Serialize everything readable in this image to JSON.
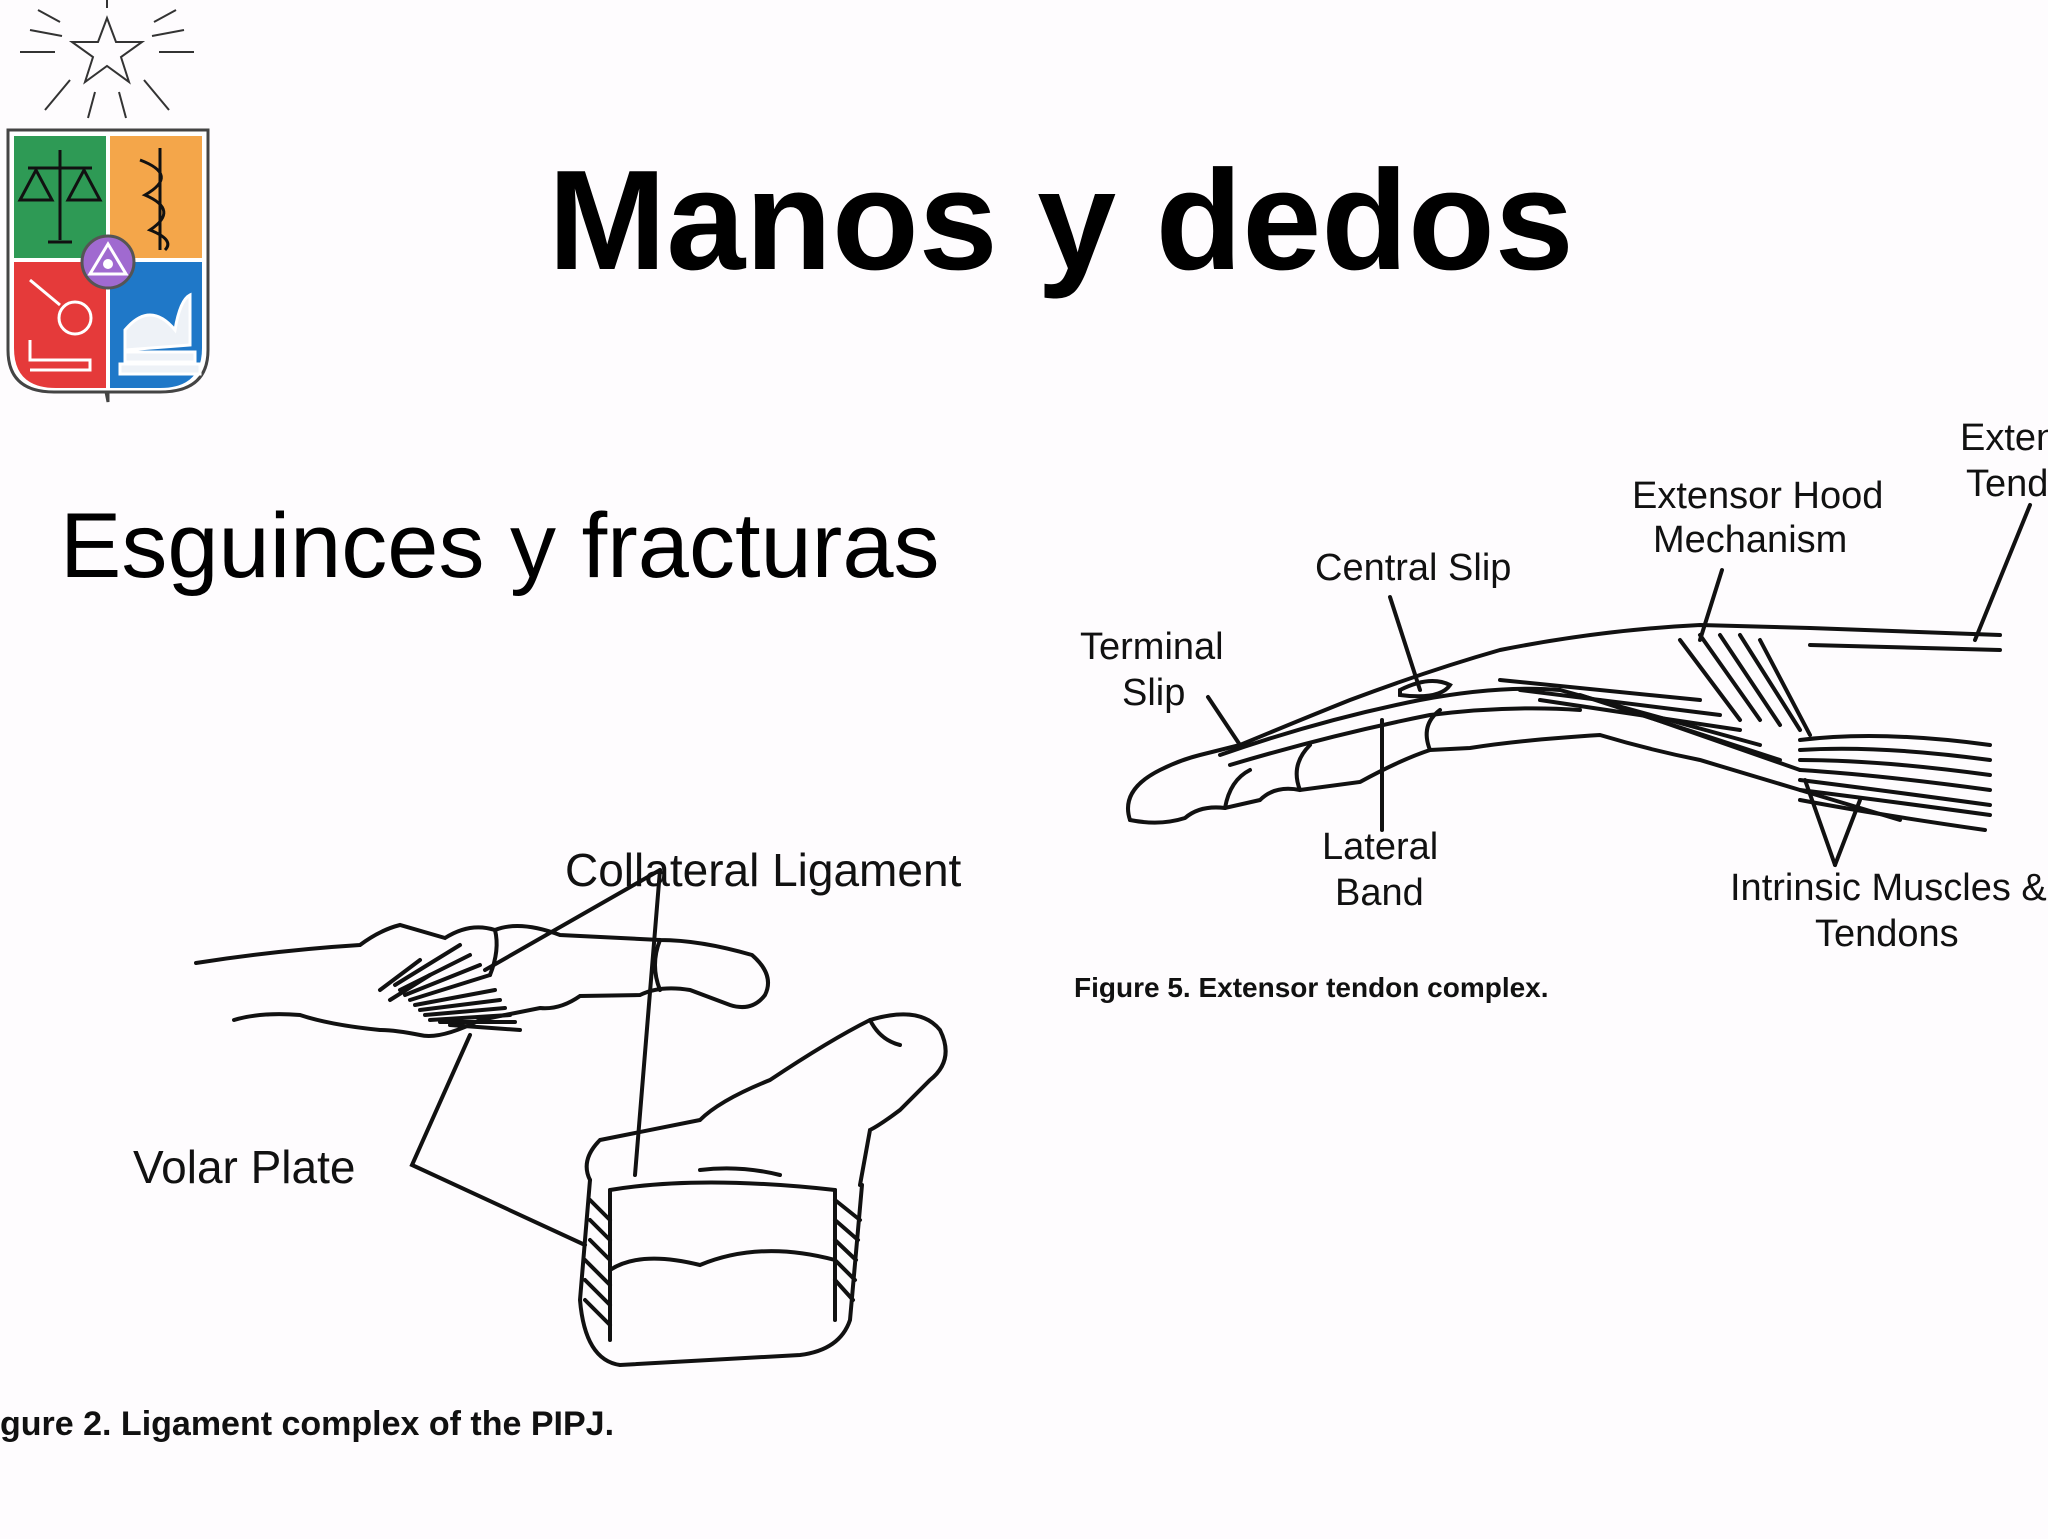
{
  "slide": {
    "title": "Manos y dedos",
    "subtitle": "Esguinces y fracturas"
  },
  "logo": {
    "name": "university-coat-of-arms",
    "colors": {
      "green": "#2e9a55",
      "orange": "#f4a64a",
      "red": "#e53a3a",
      "blue": "#1f78c8",
      "purple": "#a06ad0"
    }
  },
  "figure_ligament": {
    "labels": {
      "collateral_ligament": "Collateral Ligament",
      "volar_plate": "Volar Plate"
    },
    "caption": "gure 2. Ligament complex of the PIPJ."
  },
  "figure_extensor": {
    "labels": {
      "extensor_tendon_line1": "Exten",
      "extensor_tendon_line2": "Tend",
      "extensor_hood_line1": "Extensor Hood",
      "extensor_hood_line2": "Mechanism",
      "central_slip": "Central Slip",
      "terminal_slip_line1": "Terminal",
      "terminal_slip_line2": "Slip",
      "lateral_band_line1": "Lateral",
      "lateral_band_line2": "Band",
      "intrinsic_line1": "Intrinsic Muscles &",
      "intrinsic_line2": "Tendons"
    },
    "caption": "Figure 5. Extensor tendon complex."
  }
}
